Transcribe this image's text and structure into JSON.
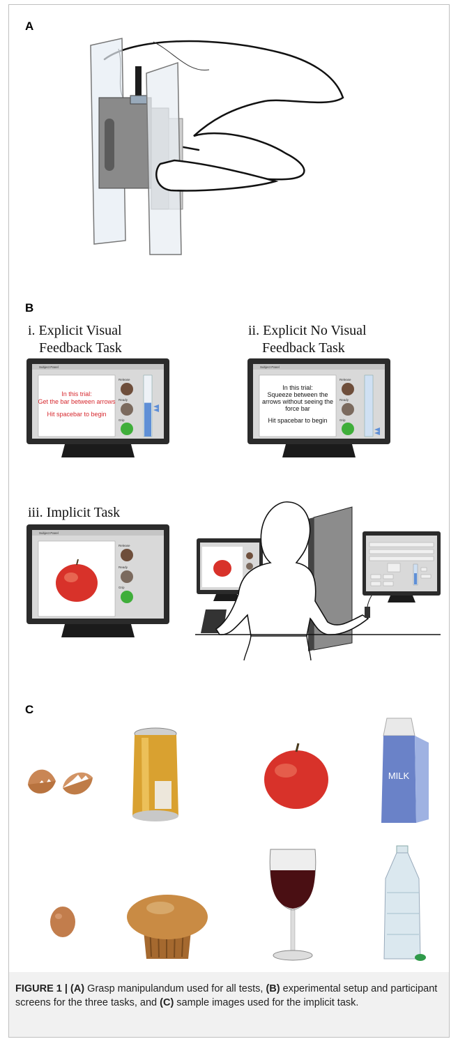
{
  "panels": {
    "a_label": "A",
    "b_label": "B",
    "c_label": "C"
  },
  "tasks": {
    "i_title_line1": "i. Explicit Visual",
    "i_title_line2": "Feedback Task",
    "ii_title_line1": "ii. Explicit No Visual",
    "ii_title_line2": "Feedback Task",
    "iii_title": "iii. Implicit Task"
  },
  "screen_visual": {
    "window_title": "Subject Panel",
    "line1": "In this trial:",
    "line2": "Get the bar between arrows",
    "line3": "Hit spacebar to begin",
    "btn_release": "Release",
    "btn_ready": "Ready",
    "btn_grip": "Grip",
    "bar_level": 0.55
  },
  "screen_novisual": {
    "window_title": "Subject Panel",
    "line1": "In this trial:",
    "line2": "Squeeze between the",
    "line3": "arrows without seeing the",
    "line4": "force bar",
    "line5": "Hit spacebar to begin",
    "btn_release": "Release",
    "btn_ready": "Ready",
    "btn_grip": "Grip"
  },
  "screen_implicit": {
    "window_title": "Subject Panel",
    "btn_release": "Release",
    "btn_ready": "Ready",
    "btn_grip": "Grip"
  },
  "objects": [
    "eggshell",
    "soda-can",
    "apple",
    "milk-carton",
    "egg",
    "muffin",
    "wine-glass",
    "water-bottle"
  ],
  "milk_label": "MILK",
  "caption": {
    "figure_label": "FIGURE 1 |",
    "a_tag": "(A)",
    "a_text": " Grasp manipulandum used for all tests, ",
    "b_tag": "(B)",
    "b_text": " experimental setup and participant screens for the three tasks, and ",
    "c_tag": "(C)",
    "c_text": " sample images used for the implicit task."
  },
  "colors": {
    "apple_red": "#d8322a",
    "bar_blue": "#5f8fd6",
    "grip_green": "#3fae3a",
    "monitor_dark": "#2b2b2b"
  }
}
